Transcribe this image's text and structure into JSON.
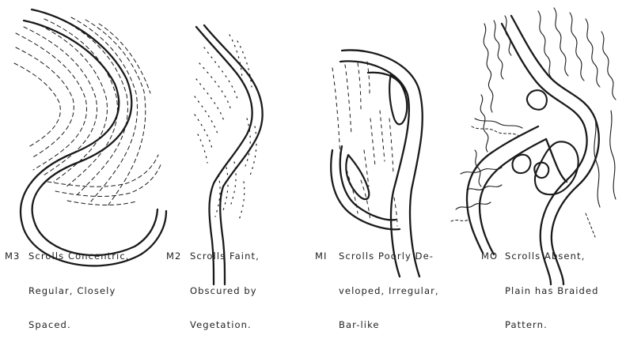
{
  "figure": {
    "panels": [
      {
        "code": "M3",
        "caption_lines": [
          "Scrolls Concentric,",
          "Regular, Closely",
          "Spaced."
        ]
      },
      {
        "code": "M2",
        "caption_lines": [
          "Scrolls Faint,",
          "Obscured by",
          "Vegetation."
        ]
      },
      {
        "code": "MI",
        "caption_lines": [
          "Scrolls Poorly De-",
          "veloped, Irregular,",
          "Bar-like"
        ]
      },
      {
        "code": "MO",
        "caption_lines": [
          "Scrolls Absent,",
          "Plain has Braided",
          "Pattern."
        ]
      }
    ]
  }
}
